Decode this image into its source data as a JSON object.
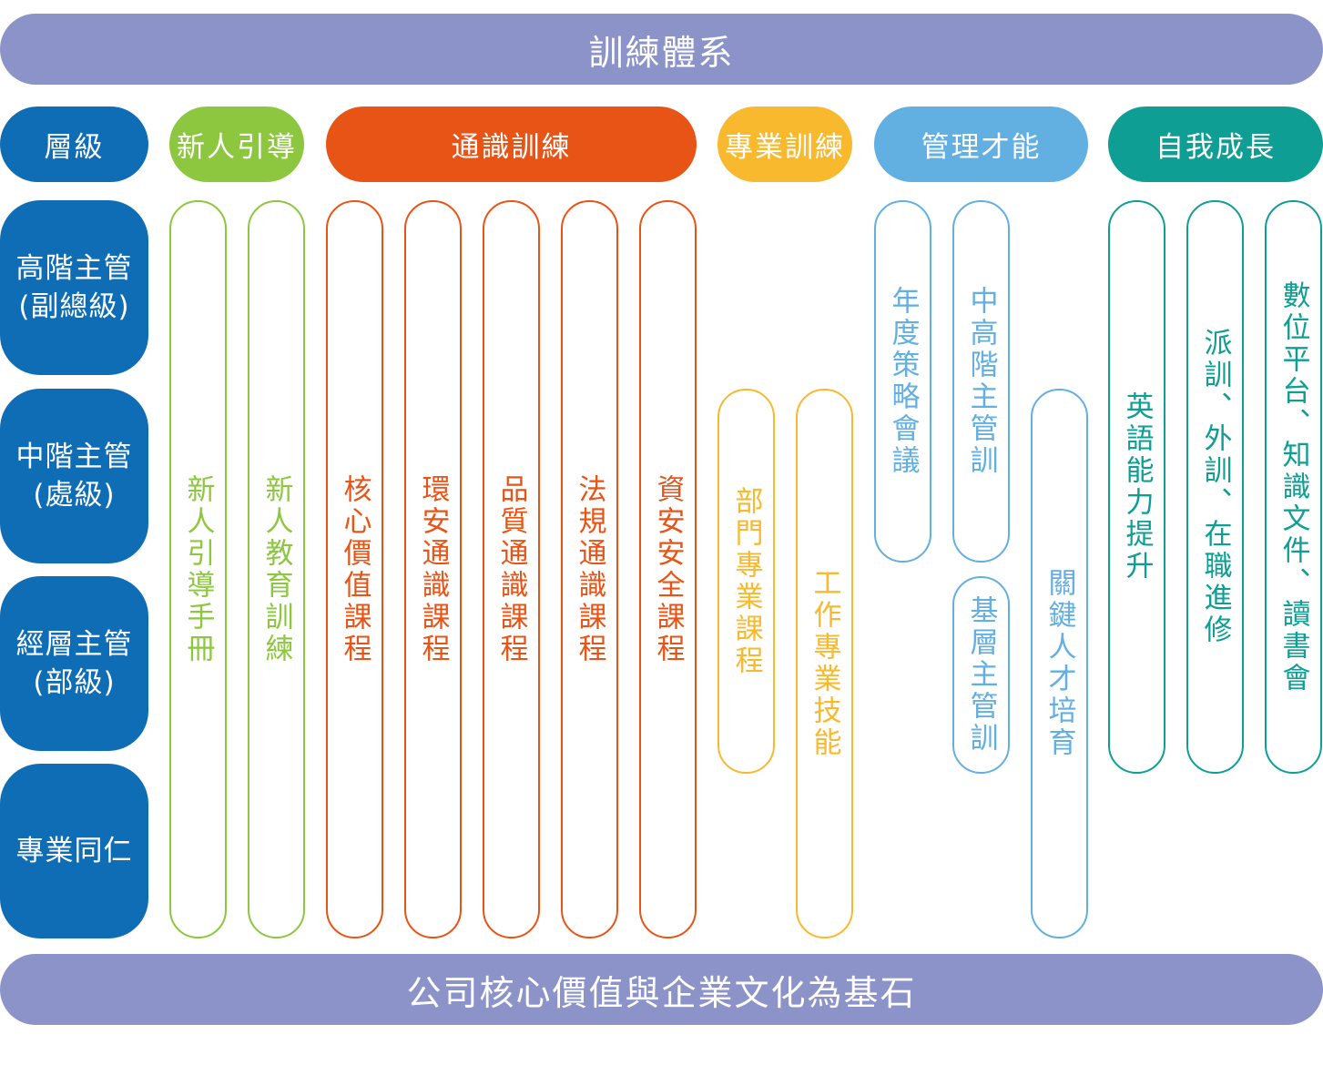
{
  "title": "訓練體系",
  "foundation": "公司核心價值與企業文化為基石",
  "colors": {
    "banner": "#8c93c8",
    "level": "#0f6db5",
    "green": "#8dc63f",
    "orange": "#e85416",
    "yellow": "#f9b92e",
    "blue": "#62afe1",
    "teal": "#0e9e94"
  },
  "header": {
    "level_label": "層級",
    "categories": [
      "新人引導",
      "通識訓練",
      "專業訓練",
      "管理才能",
      "自我成長"
    ]
  },
  "levels": [
    "高階主管\n(副總級)",
    "中階主管\n(處級)",
    "經層主管\n(部級)",
    "專業同仁"
  ],
  "columns": {
    "onboarding": [
      "新人引導手冊",
      "新人教育訓練"
    ],
    "general": [
      "核心價值課程",
      "環安通識課程",
      "品質通識課程",
      "法規通識課程",
      "資安安全課程"
    ],
    "professional": [
      "部門專業課程",
      "工作專業技能"
    ],
    "management": [
      "年度策略會議",
      "中高階主管訓",
      "基層主管訓",
      "關鍵人才培育"
    ],
    "growth": [
      "英語能力提升",
      "派訓、外訓、在職進修",
      "數位平台、知識文件、讀書會"
    ]
  }
}
